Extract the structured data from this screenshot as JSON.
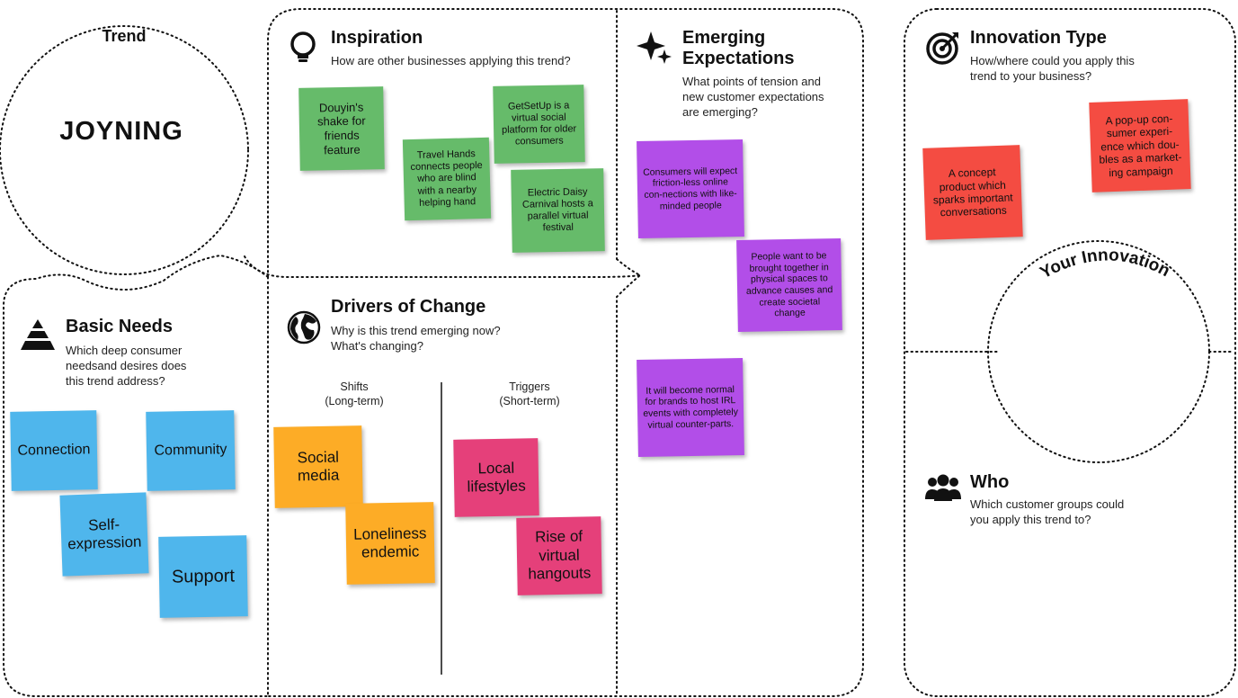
{
  "trend": {
    "label": "Trend",
    "name": "JOYNING"
  },
  "inspiration": {
    "title": "Inspiration",
    "question": "How are other businesses applying this trend?",
    "notes": [
      "Douyin's shake for friends feature",
      "Travel Hands connects people who are blind with a nearby helping hand",
      "GetSetUp is a virtual social platform for older consumers",
      "Electric Daisy Carnival hosts a parallel virtual festival"
    ]
  },
  "emerging": {
    "title_line1": "Emerging",
    "title_line2": "Expectations",
    "question": "What points of tension and new customer expectations are emerging?",
    "notes": [
      "Consumers will expect friction-less online con-nections with like-minded people",
      "People want to be brought together in physical spaces to advance causes and create societal change",
      "It will become normal for brands to host IRL events with completely virtual counter-parts."
    ]
  },
  "innovation_type": {
    "title": "Innovation Type",
    "question": "How/where could you apply this trend to your business?",
    "notes": [
      "A concept product which sparks important conversations",
      "A pop-up con-sumer experi-ence which dou-bles as a market-ing campaign"
    ]
  },
  "your_innovation": {
    "label": "Your Innovation"
  },
  "basic_needs": {
    "title": "Basic Needs",
    "question": "Which deep consumer needsand desires does this trend address?",
    "notes": [
      "Connection",
      "Community",
      "Self-expression",
      "Support"
    ]
  },
  "drivers": {
    "title": "Drivers of Change",
    "question": "Why is this trend emerging now? What's changing?",
    "shifts_label": "Shifts",
    "shifts_sub": "(Long-term)",
    "triggers_label": "Triggers",
    "triggers_sub": "(Short-term)",
    "shift_notes": [
      "Social media",
      "Loneliness endemic"
    ],
    "trigger_notes": [
      "Local lifestyles",
      "Rise of virtual hangouts"
    ]
  },
  "who": {
    "title": "Who",
    "question": "Which customer groups could you apply this trend to?"
  },
  "colors": {
    "green": "#66bb6a",
    "purple": "#b24ee8",
    "red": "#f44c42",
    "blue": "#4fb6ec",
    "orange": "#fdac26",
    "pink": "#e5407a"
  },
  "icons": {
    "inspiration": "lightbulb-icon",
    "emerging": "sparkle-icon",
    "innovation_type": "target-icon",
    "basic_needs": "pyramid-icon",
    "drivers": "globe-icon",
    "who": "people-icon"
  }
}
